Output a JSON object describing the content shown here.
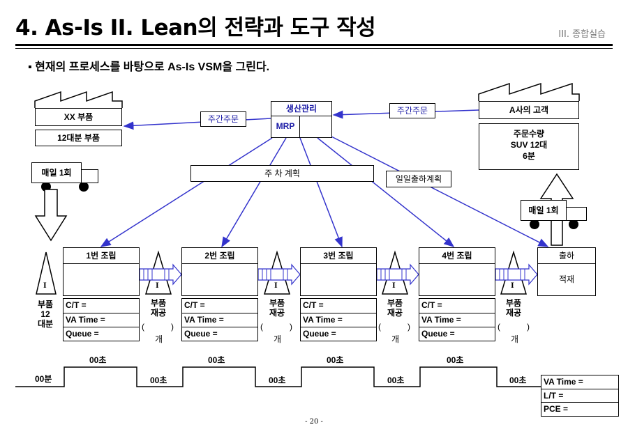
{
  "header": {
    "title": "4. As-Is II. Lean의 전략과 도구 작성",
    "section": "III. 종합실습",
    "subtitle": "현재의 프로세스를 바탕으로 As-Is VSM을 그린다."
  },
  "supplier": {
    "name": "XX 부품",
    "parts": "12대분 부품",
    "delivery": "매일 1회"
  },
  "control": {
    "name": "생산관리",
    "system": "MRP"
  },
  "customer": {
    "name": "A사의 고객",
    "order_label": "주문수량",
    "order_model": "SUV 12대",
    "order_time": "6분",
    "delivery": "매일 1회"
  },
  "flows": {
    "order_to_supplier": "주간주문",
    "order_from_customer": "주간주문",
    "weekly_plan": "주 차 계획",
    "daily_shipping": "일일출하계획"
  },
  "processes": [
    {
      "name": "1번 조립"
    },
    {
      "name": "2번 조립"
    },
    {
      "name": "3번 조립"
    },
    {
      "name": "4번 조립"
    }
  ],
  "shipping": {
    "name": "출하",
    "sub": "적재"
  },
  "metrics": {
    "ct": "C/T =",
    "va": "VA Time =",
    "queue": "Queue ="
  },
  "inventory": {
    "first": [
      "부품",
      "12",
      "대분"
    ],
    "wip": [
      "부품",
      "재공"
    ],
    "paren_open": "(",
    "paren_close": ")",
    "unit": "개",
    "symbol": "I"
  },
  "timeline": {
    "start": "00분",
    "process": "00초",
    "wait": "00초"
  },
  "summary": {
    "va": "VA Time =",
    "lt": "L/T =",
    "pce": "PCE ="
  },
  "footer": {
    "page": "- 20 -"
  },
  "colors": {
    "arrow_blue": "#3333cc",
    "text_blue": "#1a1aa6"
  }
}
